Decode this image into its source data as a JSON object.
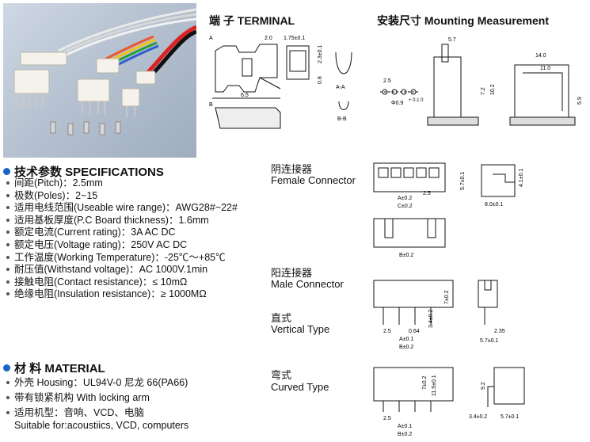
{
  "terminal": {
    "title": "端 子 TERMINAL",
    "dims": {
      "d1": "2.0",
      "d2": "1.75±0.1",
      "d3": "2.3±0.1",
      "d4": "0.8",
      "d5": "6.5"
    },
    "sections": {
      "a": "A",
      "b": "B",
      "aa": "A-A",
      "bb": "B-B"
    }
  },
  "mounting": {
    "title": "安装尺寸 Mounting Measurement",
    "dims": {
      "w1": "5.7",
      "w2": "14.0",
      "w3": "11.0",
      "h1": "7.2",
      "h2": "10.2",
      "h3": "5.9",
      "pitch": "2.5",
      "hole": "Φ0.9",
      "tol": "+ 0.1\n 0"
    }
  },
  "specifications": {
    "title": "技术参数 SPECIFICATIONS",
    "items": [
      "间距(Pitch)：2.5mm",
      "极数(Poles)：2~15",
      "适用电线范围(Useable wire range)：AWG28#~22#",
      "适用基板厚度(P.C Board thickness)：1.6mm",
      "额定电流(Current rating)：3A  AC DC",
      "额定电压(Voltage rating)：250V AC DC",
      "工作温度(Working Temperature)：-25℃～+85℃",
      "耐压值(Withstand voltage)：AC 1000V.1min",
      "接触电阻(Contact resistance)：≤ 10mΩ",
      "绝缘电阻(Insulation resistance)：≥ 1000MΩ"
    ]
  },
  "material": {
    "title": "材 料  MATERIAL",
    "items": [
      "外壳 Housing：UL94V-0 尼龙 66(PA66)",
      "带有锁紧机构 With locking arm",
      "适用机型：音响、VCD、电脑"
    ],
    "suitable": "Suitable for:acoustiics, VCD, computers"
  },
  "female": {
    "cn": "阴连接器",
    "en": "Female Connector",
    "dims": {
      "a": "A±0.2",
      "p": "2.5",
      "c": "C±0.2",
      "h1": "5.7±0.1",
      "h2": "4.1±0.1",
      "w": "8.0±0.1",
      "b": "B±0.2"
    }
  },
  "male": {
    "cn": "阳连接器",
    "en": "Male Connector"
  },
  "vertical": {
    "cn": "直式",
    "en": "Vertical Type",
    "dims": {
      "h1": "7±0.2",
      "h2": "3.4±0.2",
      "p": "2.5",
      "pin": "0.64",
      "a": "A±0.1",
      "b": "B±0.2",
      "s1": "2.35",
      "s2": "5.7±0.1"
    }
  },
  "curved": {
    "cn": "弯式",
    "en": "Curved Type",
    "dims": {
      "h1": "7±0.2",
      "h2": "11.5±0.1",
      "p": "2.5",
      "a": "A±0.1",
      "b": "B±0.2",
      "h3": "9.2",
      "s1": "3.4±0.2",
      "s2": "5.7±0.1"
    }
  }
}
